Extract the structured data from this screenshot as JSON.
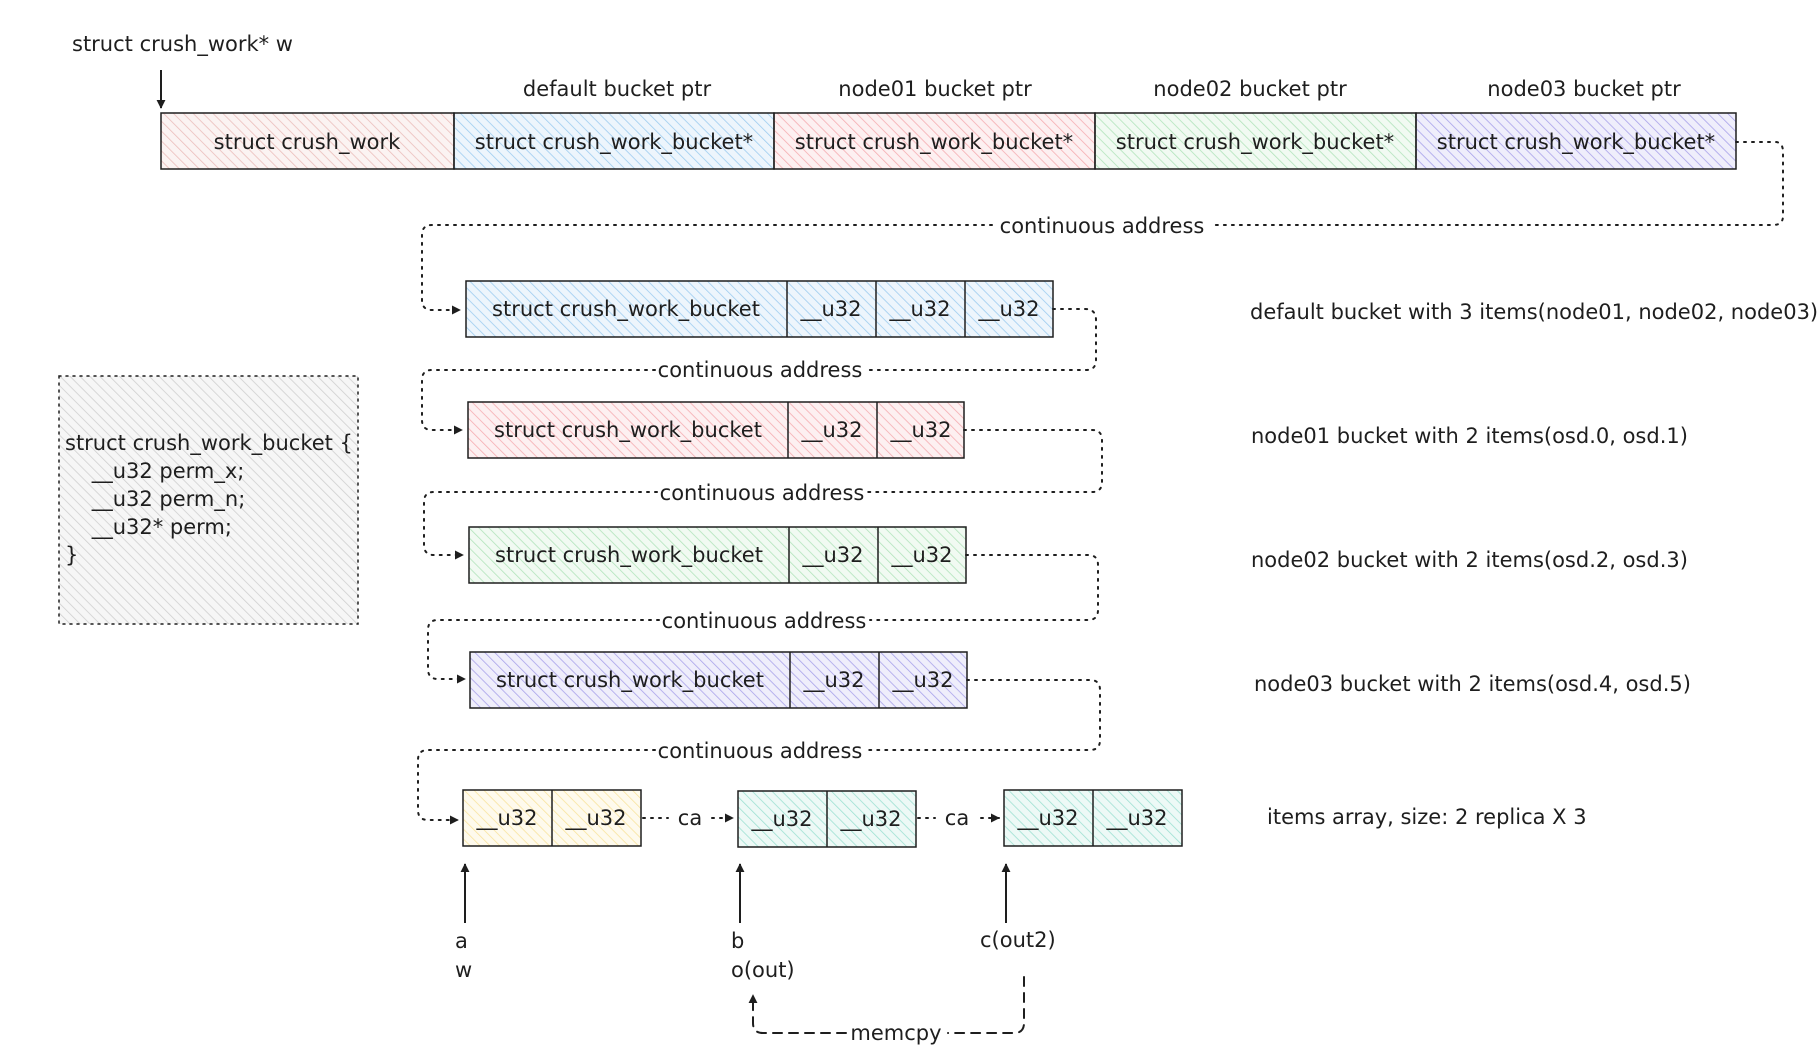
{
  "top": {
    "pointer_label": "struct crush_work* w",
    "cells": [
      {
        "text": "struct crush_work",
        "header": "",
        "color": "#e8b4b0"
      },
      {
        "text": "struct crush_work_bucket*",
        "header": "default bucket ptr",
        "color": "#8fc4ec"
      },
      {
        "text": "struct crush_work_bucket*",
        "header": "node01 bucket ptr",
        "color": "#f4a0a6"
      },
      {
        "text": "struct crush_work_bucket*",
        "header": "node02 bucket ptr",
        "color": "#a6dfb0"
      },
      {
        "text": "struct crush_work_bucket*",
        "header": "node03 bucket ptr",
        "color": "#9c94e6"
      }
    ]
  },
  "continuous_label": "continuous address",
  "buckets": [
    {
      "head": "struct crush_work_bucket",
      "items": [
        "__u32",
        "__u32",
        "__u32"
      ],
      "desc": "default bucket with 3 items(node01, node02, node03)",
      "color": "#8fc4ec"
    },
    {
      "head": "struct crush_work_bucket",
      "items": [
        "__u32",
        "__u32"
      ],
      "desc": "node01 bucket with 2 items(osd.0, osd.1)",
      "color": "#f4a0a6"
    },
    {
      "head": "struct crush_work_bucket",
      "items": [
        "__u32",
        "__u32"
      ],
      "desc": "node02 bucket with 2 items(osd.2, osd.3)",
      "color": "#a6dfb0"
    },
    {
      "head": "struct crush_work_bucket",
      "items": [
        "__u32",
        "__u32"
      ],
      "desc": "node03 bucket with 2 items(osd.4, osd.5)",
      "color": "#9c94e6"
    }
  ],
  "struct_def": {
    "lines": [
      "struct crush_work_bucket {",
      "    __u32 perm_x;",
      "    __u32 perm_n;",
      "    __u32* perm;",
      "}"
    ],
    "color": "#c8c8c8"
  },
  "items_array": {
    "groups": [
      {
        "cells": [
          "__u32",
          "__u32"
        ],
        "color": "#f7df90"
      },
      {
        "cells": [
          "__u32",
          "__u32"
        ],
        "color": "#8fdccb"
      },
      {
        "cells": [
          "__u32",
          "__u32"
        ],
        "color": "#8fdccb"
      }
    ],
    "link_label": "ca",
    "desc": "items array, size: 2 replica X 3",
    "pointers": [
      {
        "line1": "a",
        "line2": "w"
      },
      {
        "line1": "b",
        "line2": "o(out)"
      },
      {
        "line1": "c(out2)",
        "line2": ""
      }
    ],
    "memcpy_label": "memcpy"
  }
}
